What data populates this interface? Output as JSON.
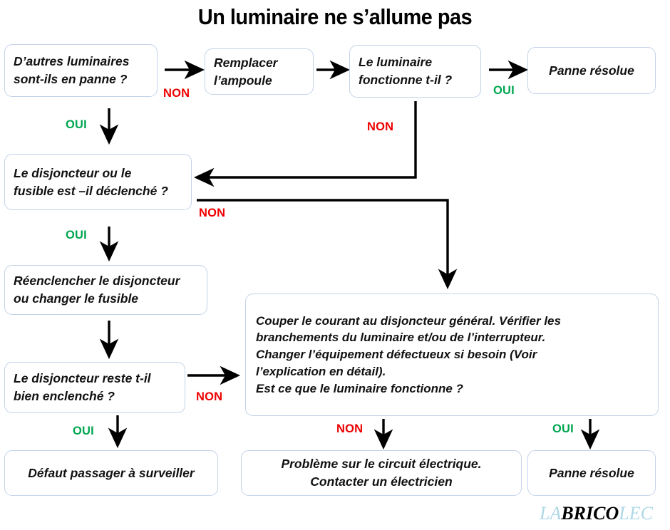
{
  "title": "Un luminaire ne s’allume pas",
  "colors": {
    "box_border": "#c3d3e8",
    "box_fill": "#ffffff",
    "yes_label": "#00a650",
    "no_label": "#ee0000",
    "connector": "#000000",
    "logo_light": "#add8e6",
    "logo_dark": "#000000",
    "background": "#ffffff"
  },
  "nodes": [
    {
      "id": "n1",
      "text": "D’autres luminaires\nsont-ils en panne  ?"
    },
    {
      "id": "n2",
      "text": "Remplacer\nl’ampoule"
    },
    {
      "id": "n3",
      "text": "Le luminaire\nfonctionne t-il ?"
    },
    {
      "id": "n4",
      "text": "Panne résolue"
    },
    {
      "id": "n5",
      "text": "Le disjoncteur ou le\nfusible est –il déclenché ?"
    },
    {
      "id": "n6",
      "text": "Réenclencher le disjoncteur\nou changer  le fusible"
    },
    {
      "id": "n7",
      "text": "Le disjoncteur reste t-il\nbien enclenché ?"
    },
    {
      "id": "n8",
      "text": "Couper le courant au disjoncteur général. Vérifier les\nbranchements du luminaire et/ou de l’interrupteur.\nChanger l’équipement défectueux si besoin (Voir\nl’explication en détail).\nEst ce que le luminaire fonctionne  ?"
    },
    {
      "id": "n9",
      "text": "Défaut passager à surveiller"
    },
    {
      "id": "n10",
      "text": "Problème sur le circuit électrique.\n Contacter un électricien"
    },
    {
      "id": "n11",
      "text": "Panne résolue"
    }
  ],
  "edge_labels": {
    "e1_non": "NON",
    "e2_oui": "OUI",
    "e3_oui": "OUI",
    "e4_non": "NON",
    "e5_non": "NON",
    "e6_oui": "OUI",
    "e7_non": "NON",
    "e8_oui": "OUI",
    "e9_non": "NON",
    "e10_oui": "OUI"
  },
  "logo": {
    "part1": "LA",
    "part2": "BRICO",
    "part3": "LEC"
  }
}
